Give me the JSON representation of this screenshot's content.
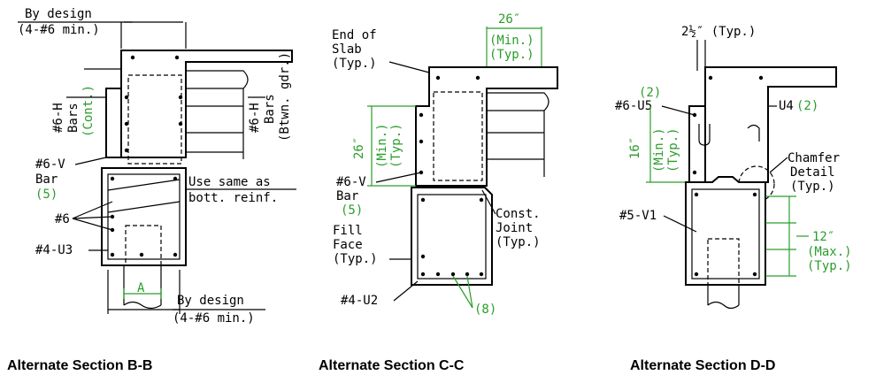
{
  "colors": {
    "ink": "#000000",
    "dimension_green": "#2a9d2a",
    "background": "#ffffff"
  },
  "section_bb": {
    "title": "Alternate Section B-B",
    "by_design_top_1": "By design",
    "by_design_top_2": "(4-#6 min.)",
    "bars_h_left_1": "#6-H",
    "bars_h_left_2": "Bars",
    "bars_h_left_3": "(Cont.)",
    "bars_h_right_1": "#6-H",
    "bars_h_right_2": "Bars",
    "bars_h_right_3": "(Btwn. gdr.)",
    "v_bar_1": "#6-V",
    "v_bar_2": "Bar",
    "v_bar_3": "(5)",
    "use_same_1": "Use same as",
    "use_same_2": "bott. reinf.",
    "bar6": "#6",
    "u3": "#4-U3",
    "dim_a": "A",
    "by_design_bot_1": "By design",
    "by_design_bot_2": "(4-#6 min.)"
  },
  "section_cc": {
    "title": "Alternate Section C-C",
    "end_slab_1": "End of",
    "end_slab_2": "Slab",
    "end_slab_3": "(Typ.)",
    "dim_26_top": "26″",
    "dim_26_top_min": "(Min.)",
    "dim_26_top_typ": "(Typ.)",
    "dim_26_side": "26″",
    "dim_26_side_min": "(Min.)",
    "dim_26_side_typ": "(Typ.)",
    "v_bar_1": "#6-V",
    "v_bar_2": "Bar",
    "v_bar_3": "(5)",
    "const_joint_1": "Const.",
    "const_joint_2": "Joint",
    "const_joint_3": "(Typ.)",
    "fill_face_1": "Fill",
    "fill_face_2": "Face",
    "fill_face_3": "(Typ.)",
    "u2": "#4-U2",
    "count_8": "(8)"
  },
  "section_dd": {
    "title": "Alternate Section D-D",
    "dim_2half": "2½″ (Typ.)",
    "count_2": "(2)",
    "u5": "#6-U5",
    "u4": "U4",
    "u4_count": "(2)",
    "dim_16": "16″",
    "dim_16_min": "(Min.)",
    "dim_16_typ": "(Typ.)",
    "chamfer_1": "Chamfer",
    "chamfer_2": "Detail",
    "chamfer_3": "(Typ.)",
    "v1": "#5-V1",
    "dim_12": "12″",
    "dim_12_max": "(Max.)",
    "dim_12_typ": "(Typ.)"
  }
}
